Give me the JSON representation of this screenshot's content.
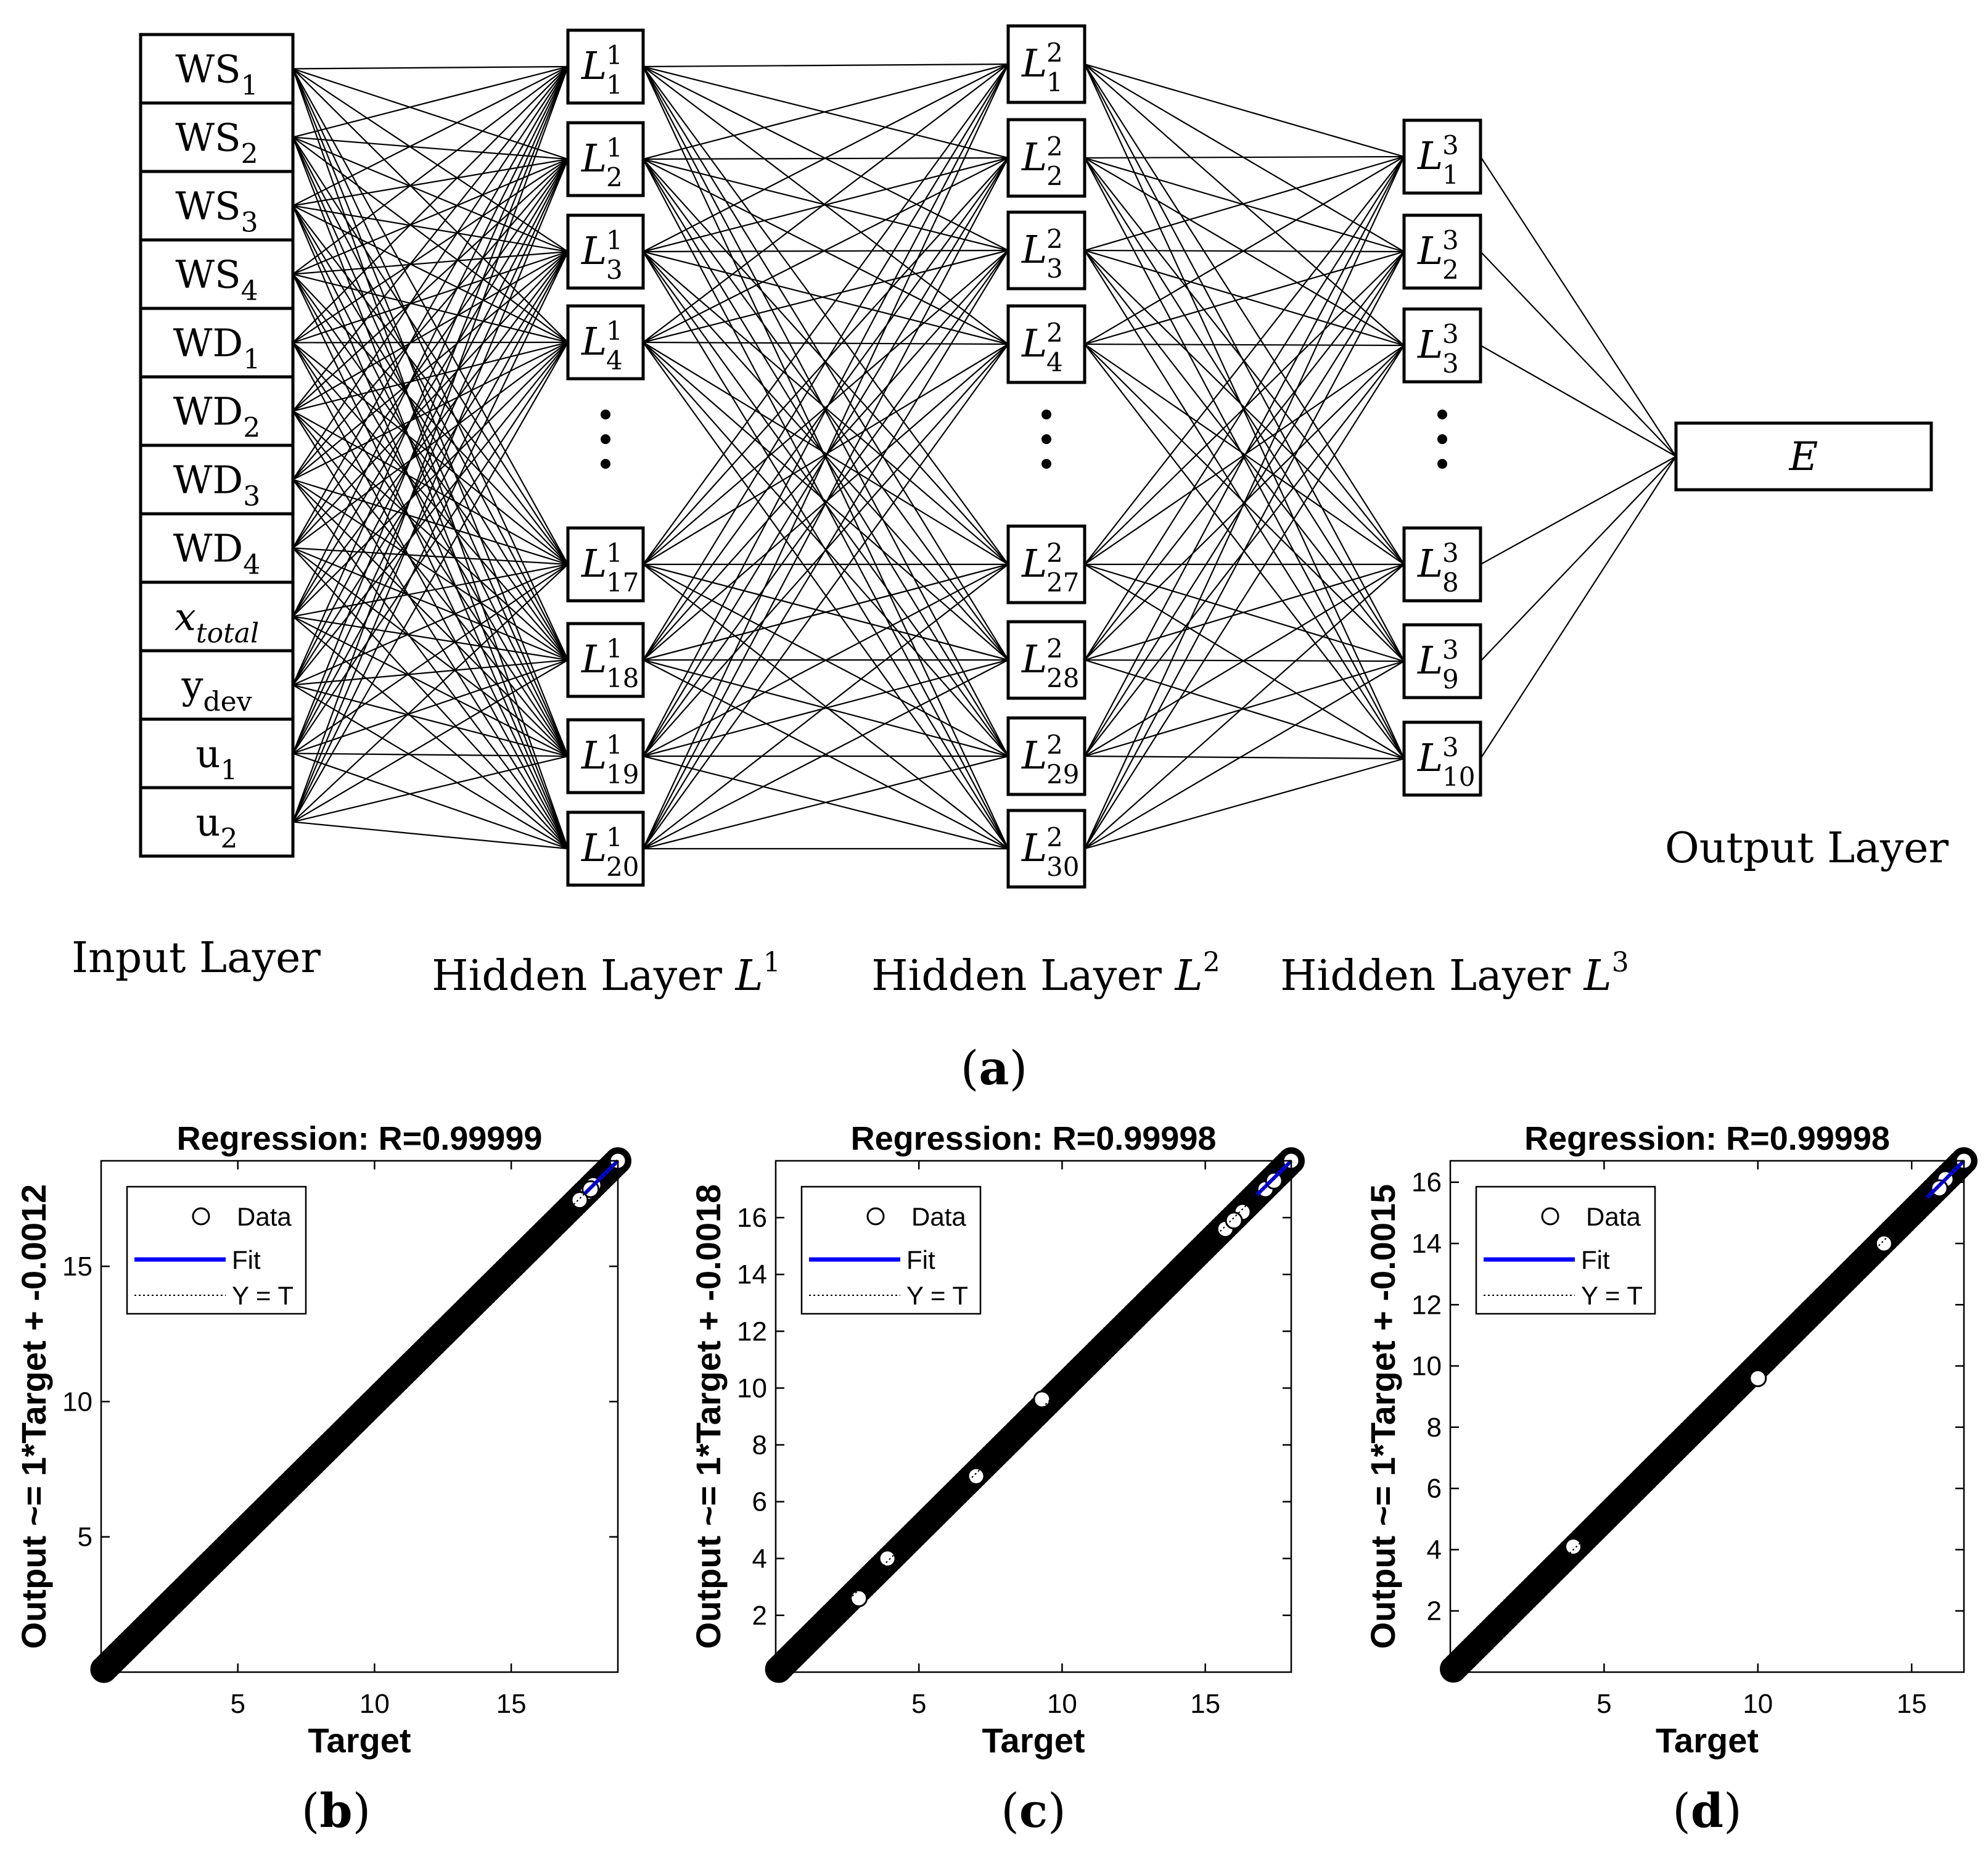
{
  "network": {
    "input_nodes": [
      {
        "base": "WS",
        "sub": "1"
      },
      {
        "base": "WS",
        "sub": "2"
      },
      {
        "base": "WS",
        "sub": "3"
      },
      {
        "base": "WS",
        "sub": "4"
      },
      {
        "base": "WD",
        "sub": "1"
      },
      {
        "base": "WD",
        "sub": "2"
      },
      {
        "base": "WD",
        "sub": "3"
      },
      {
        "base": "WD",
        "sub": "4"
      },
      {
        "base": "x",
        "sub": "total",
        "italic": true
      },
      {
        "base": "y",
        "sub": "dev"
      },
      {
        "base": "u",
        "sub": "1"
      },
      {
        "base": "u",
        "sub": "2"
      }
    ],
    "hidden1": {
      "label": "Hidden Layer ",
      "symbol": "L",
      "sup": "1",
      "top_nodes": [
        {
          "base": "L",
          "sup": "1",
          "sub": "1"
        },
        {
          "base": "L",
          "sup": "1",
          "sub": "2"
        },
        {
          "base": "L",
          "sup": "1",
          "sub": "3"
        },
        {
          "base": "L",
          "sup": "1",
          "sub": "4"
        }
      ],
      "bottom_nodes": [
        {
          "base": "L",
          "sup": "1",
          "sub": "17"
        },
        {
          "base": "L",
          "sup": "1",
          "sub": "18"
        },
        {
          "base": "L",
          "sup": "1",
          "sub": "19"
        },
        {
          "base": "L",
          "sup": "1",
          "sub": "20"
        }
      ]
    },
    "hidden2": {
      "label": "Hidden Layer ",
      "symbol": "L",
      "sup": "2",
      "top_nodes": [
        {
          "base": "L",
          "sup": "2",
          "sub": "1"
        },
        {
          "base": "L",
          "sup": "2",
          "sub": "2"
        },
        {
          "base": "L",
          "sup": "2",
          "sub": "3"
        },
        {
          "base": "L",
          "sup": "2",
          "sub": "4"
        }
      ],
      "bottom_nodes": [
        {
          "base": "L",
          "sup": "2",
          "sub": "27"
        },
        {
          "base": "L",
          "sup": "2",
          "sub": "28"
        },
        {
          "base": "L",
          "sup": "2",
          "sub": "29"
        },
        {
          "base": "L",
          "sup": "2",
          "sub": "30"
        }
      ]
    },
    "hidden3": {
      "label": "Hidden Layer ",
      "symbol": "L",
      "sup": "3",
      "top_nodes": [
        {
          "base": "L",
          "sup": "3",
          "sub": "1"
        },
        {
          "base": "L",
          "sup": "3",
          "sub": "2"
        },
        {
          "base": "L",
          "sup": "3",
          "sub": "3"
        }
      ],
      "bottom_nodes": [
        {
          "base": "L",
          "sup": "3",
          "sub": "8"
        },
        {
          "base": "L",
          "sup": "3",
          "sub": "9"
        },
        {
          "base": "L",
          "sup": "3",
          "sub": "10"
        }
      ]
    },
    "output_node": "E",
    "labels": {
      "input_layer": "Input Layer",
      "output_layer": "Output Layer"
    },
    "caption": "(a)"
  },
  "chart_data": [
    {
      "type": "scatter",
      "caption": "(b)",
      "title": "Regression: R=0.99999",
      "xlabel": "Target",
      "ylabel": "Output ~= 1*Target + -0.0012",
      "xlim": [
        0,
        18.9
      ],
      "ylim": [
        0,
        18.9
      ],
      "xticks": [
        5,
        10,
        15
      ],
      "yticks": [
        5,
        10,
        15
      ],
      "fit": {
        "slope": 1,
        "intercept": -0.0012
      },
      "legend": {
        "entries": [
          "Data",
          "Fit",
          "Y = T"
        ],
        "position": "top-left"
      },
      "colors": {
        "data": "#000000",
        "fit": "#0000ff",
        "identity": "#000000"
      },
      "points": [
        [
          0.1,
          0.1
        ],
        [
          18.9,
          18.9
        ],
        [
          18.0,
          18.0
        ],
        [
          17.8,
          17.75
        ],
        [
          17.9,
          17.85
        ],
        [
          17.5,
          17.45
        ]
      ]
    },
    {
      "type": "scatter",
      "caption": "(c)",
      "title": "Regression: R=0.99998",
      "xlabel": "Target",
      "ylabel": "Output ~= 1*Target + -0.0018",
      "xlim": [
        0,
        18
      ],
      "ylim": [
        0,
        18
      ],
      "xticks": [
        5,
        10,
        15
      ],
      "yticks": [
        2,
        4,
        6,
        8,
        10,
        12,
        14,
        16
      ],
      "fit": {
        "slope": 1,
        "intercept": -0.0018
      },
      "legend": {
        "entries": [
          "Data",
          "Fit",
          "Y = T"
        ],
        "position": "top-left"
      },
      "colors": {
        "data": "#000000",
        "fit": "#0000ff",
        "identity": "#000000"
      },
      "points": [
        [
          0.1,
          0.1
        ],
        [
          18.0,
          18.0
        ],
        [
          17.1,
          17.0
        ],
        [
          17.4,
          17.3
        ],
        [
          16.3,
          16.2
        ],
        [
          15.7,
          15.6
        ],
        [
          16.0,
          15.9
        ],
        [
          9.3,
          9.6
        ],
        [
          2.9,
          2.6
        ],
        [
          3.9,
          4.0
        ],
        [
          7.0,
          6.9
        ]
      ]
    },
    {
      "type": "scatter",
      "caption": "(d)",
      "title": "Regression: R=0.99998",
      "xlabel": "Target",
      "ylabel": "Output ~= 1*Target + -0.0015",
      "xlim": [
        0,
        16.7
      ],
      "ylim": [
        0,
        16.7
      ],
      "xticks": [
        5,
        10,
        15
      ],
      "yticks": [
        2,
        4,
        6,
        8,
        10,
        12,
        14,
        16
      ],
      "fit": {
        "slope": 1,
        "intercept": -0.0015
      },
      "legend": {
        "entries": [
          "Data",
          "Fit",
          "Y = T"
        ],
        "position": "top-left"
      },
      "colors": {
        "data": "#000000",
        "fit": "#0000ff",
        "identity": "#000000"
      },
      "points": [
        [
          0.1,
          0.1
        ],
        [
          16.7,
          16.7
        ],
        [
          16.1,
          16.1
        ],
        [
          15.9,
          15.8
        ],
        [
          10.0,
          9.6
        ],
        [
          4.0,
          4.1
        ],
        [
          14.1,
          14.0
        ]
      ]
    }
  ]
}
